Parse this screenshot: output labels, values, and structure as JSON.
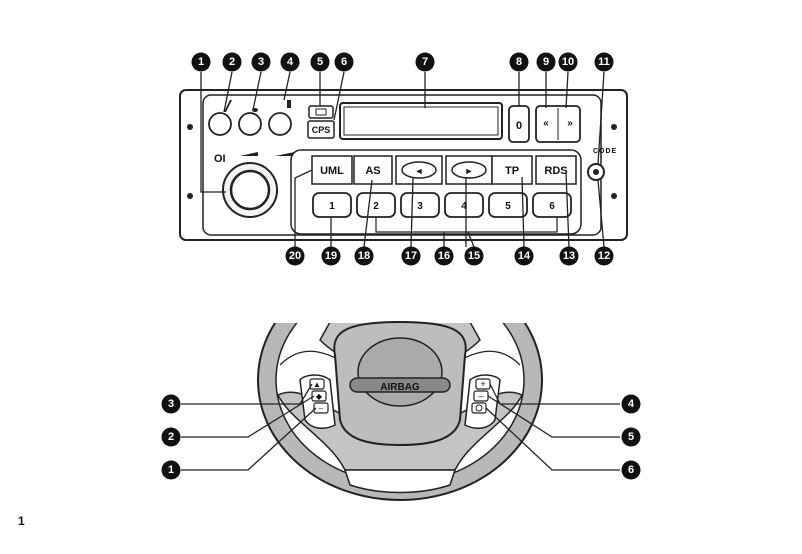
{
  "radio": {
    "volume_label": "OI",
    "cps_label": "CPS",
    "zero_label": "0",
    "code_label": "CODE",
    "row_buttons": [
      "UML",
      "AS",
      "◄",
      "►",
      "TP",
      "RDS"
    ],
    "presets": [
      "1",
      "2",
      "3",
      "4",
      "5",
      "6"
    ],
    "callouts_top": [
      "1",
      "2",
      "3",
      "4",
      "5",
      "6",
      "7",
      "8",
      "9",
      "10",
      "11"
    ],
    "callouts_bottom": [
      "20",
      "19",
      "18",
      "17",
      "16",
      "15",
      "14",
      "13",
      "12"
    ]
  },
  "wheel": {
    "airbag_label": "AIRBAG",
    "callouts_left": [
      "3",
      "2",
      "1"
    ],
    "callouts_right": [
      "4",
      "5",
      "6"
    ]
  },
  "page": {
    "number": "1"
  }
}
